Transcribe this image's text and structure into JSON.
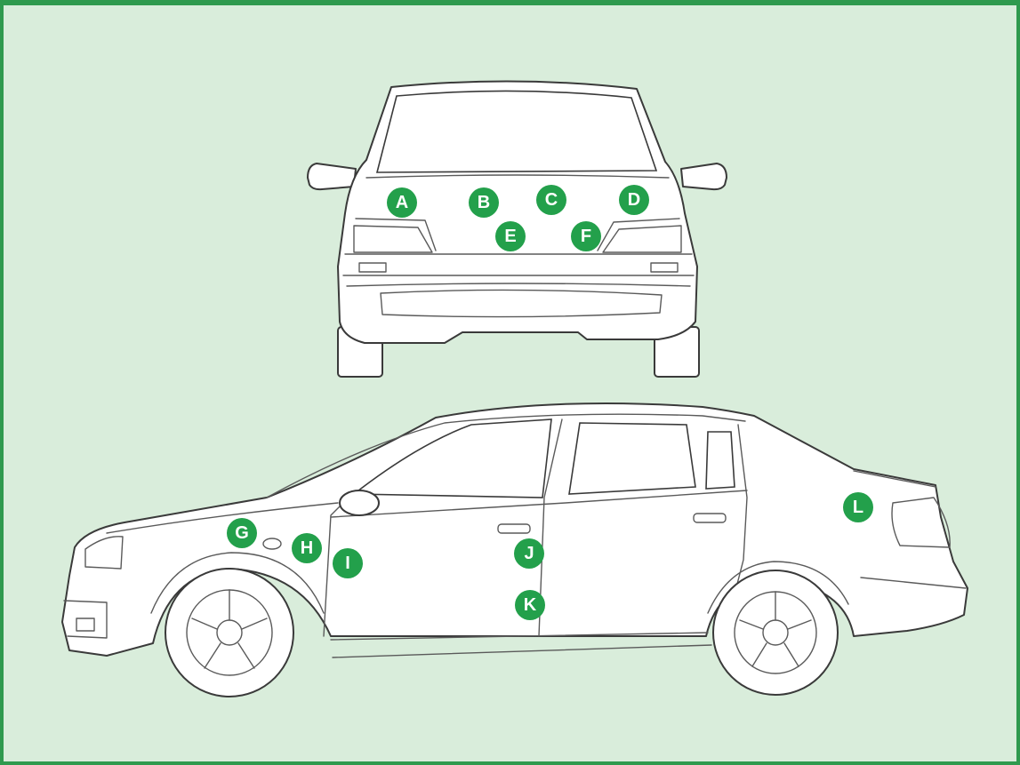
{
  "diagram": {
    "front_view": {
      "markers": [
        {
          "label": "A"
        },
        {
          "label": "B"
        },
        {
          "label": "C"
        },
        {
          "label": "D"
        },
        {
          "label": "E"
        },
        {
          "label": "F"
        }
      ]
    },
    "side_view": {
      "markers": [
        {
          "label": "G"
        },
        {
          "label": "H"
        },
        {
          "label": "I"
        },
        {
          "label": "J"
        },
        {
          "label": "K"
        },
        {
          "label": "L"
        }
      ]
    },
    "colors": {
      "background": "#d9eddb",
      "border": "#2f9a4e",
      "marker": "#23a04b"
    }
  }
}
